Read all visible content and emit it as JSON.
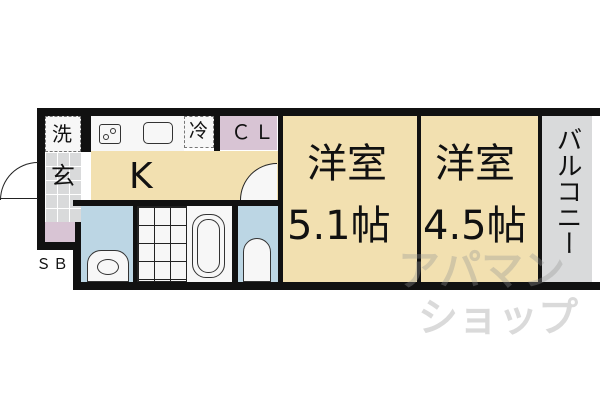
{
  "floorplan": {
    "rooms": {
      "washer": {
        "label": "洗"
      },
      "entrance": {
        "label": "玄"
      },
      "kitchen": {
        "label": "K"
      },
      "fridge": {
        "label": "冷"
      },
      "closet": {
        "label": "ＣＬ"
      },
      "western_room_1": {
        "label": "洋室",
        "size": "5.1帖"
      },
      "western_room_2": {
        "label": "洋室",
        "size": "4.5帖"
      },
      "balcony": {
        "label": "バルコニー"
      },
      "shoe_box": {
        "label": "ＳＢ"
      }
    },
    "watermark": {
      "line1": "アパマン",
      "line2": "ショップ"
    }
  },
  "colors": {
    "wall": "#111111",
    "room": "#f2e0b0",
    "wet_area": "#bcd6e4",
    "balcony": "#d9dadb",
    "storage": "#d8c4d4"
  }
}
